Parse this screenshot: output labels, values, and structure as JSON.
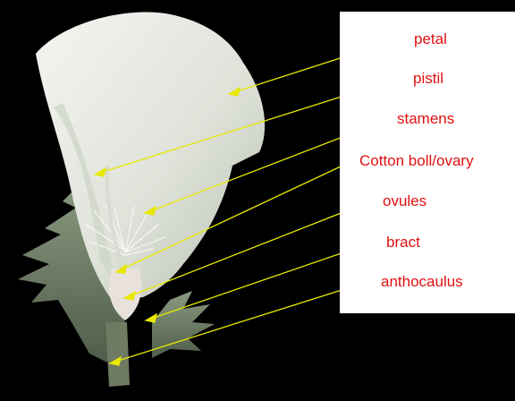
{
  "colors": {
    "background": "#000000",
    "panel": "#ffffff",
    "label_text": "#e01010",
    "leader_line": "#e8e800",
    "petal": "#e9ece5",
    "bract": "#6e7f66"
  },
  "labels": [
    {
      "id": "petal",
      "text": "petal"
    },
    {
      "id": "pistil",
      "text": "pistil"
    },
    {
      "id": "stamens",
      "text": "stamens"
    },
    {
      "id": "ovary",
      "text": "Cotton boll/ovary"
    },
    {
      "id": "ovules",
      "text": "ovules"
    },
    {
      "id": "bract",
      "text": "bract"
    },
    {
      "id": "anthocaulus",
      "text": "anthocaulus"
    }
  ]
}
